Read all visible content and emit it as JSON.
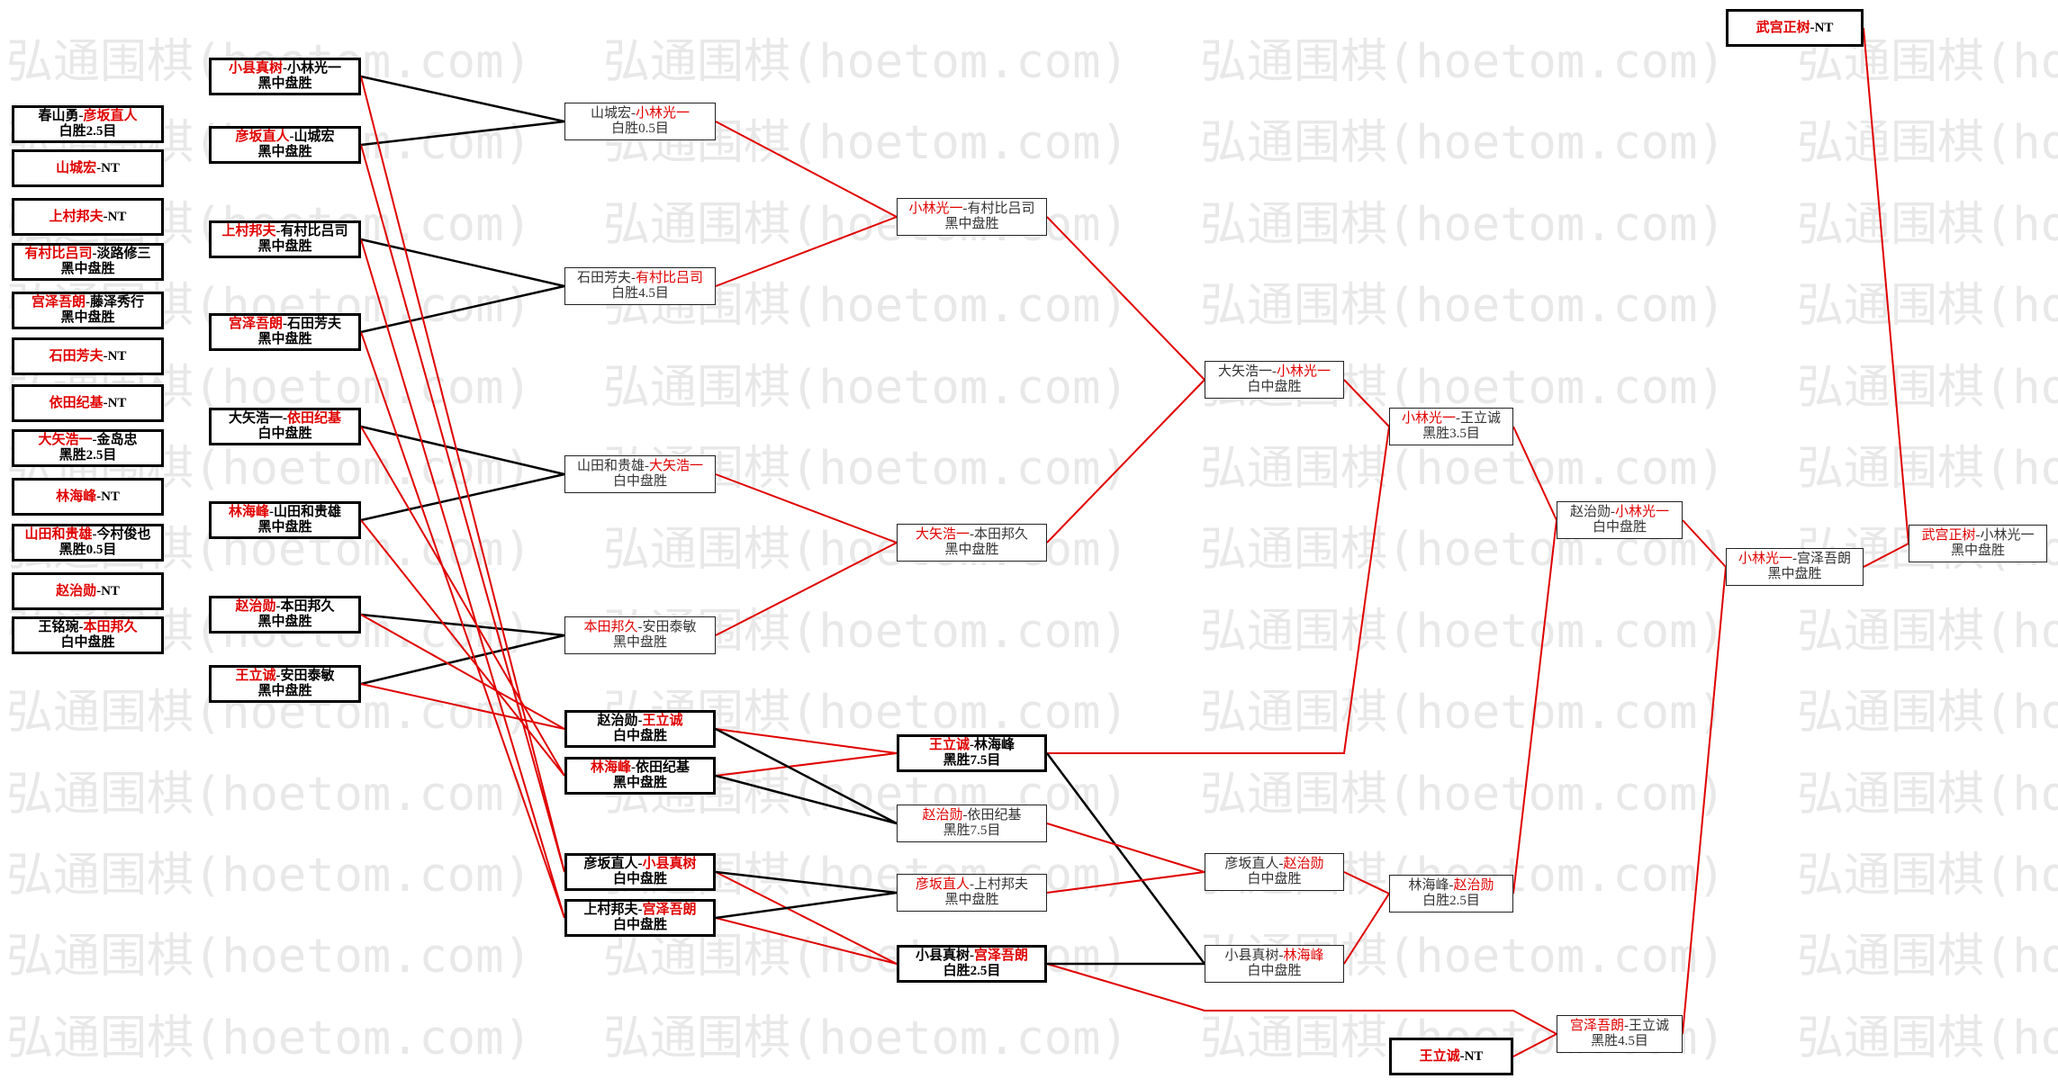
{
  "watermark": "弘通围棋(hoetom.com)",
  "separator": "-",
  "colors": {
    "winner": "#e00000",
    "line_winner": "#e00000",
    "line_loser": "#000000",
    "box_border": "#000000",
    "watermark": "#e8e8e8"
  },
  "bracket": {
    "columns": [
      [
        {
          "p1": "春山勇",
          "p2": "彦坂直人",
          "winner": 2,
          "result": "白胜2.5目"
        },
        {
          "p1": "山城宏",
          "p2": "NT",
          "winner": 1
        },
        {
          "p1": "上村邦夫",
          "p2": "NT",
          "winner": 1
        },
        {
          "p1": "有村比吕司",
          "p2": "淡路修三",
          "winner": 1,
          "result": "黑中盘胜"
        },
        {
          "p1": "宫泽吾朗",
          "p2": "藤泽秀行",
          "winner": 1,
          "result": "黑中盘胜"
        },
        {
          "p1": "石田芳夫",
          "p2": "NT",
          "winner": 1
        },
        {
          "p1": "依田纪基",
          "p2": "NT",
          "winner": 1
        },
        {
          "p1": "大矢浩一",
          "p2": "金岛忠",
          "winner": 1,
          "result": "黑胜2.5目"
        },
        {
          "p1": "林海峰",
          "p2": "NT",
          "winner": 1
        },
        {
          "p1": "山田和贵雄",
          "p2": "今村俊也",
          "winner": 1,
          "result": "黑胜0.5目"
        },
        {
          "p1": "赵治勋",
          "p2": "NT",
          "winner": 1
        },
        {
          "p1": "王铭琬",
          "p2": "本田邦久",
          "winner": 2,
          "result": "白中盘胜"
        }
      ],
      [
        {
          "p1": "小县真树",
          "p2": "小林光一",
          "winner": 1,
          "result": "黑中盘胜"
        },
        {
          "p1": "彦坂直人",
          "p2": "山城宏",
          "winner": 1,
          "result": "黑中盘胜"
        },
        {
          "p1": "上村邦夫",
          "p2": "有村比吕司",
          "winner": 1,
          "result": "黑中盘胜"
        },
        {
          "p1": "宫泽吾朗",
          "p2": "石田芳夫",
          "winner": 1,
          "result": "黑中盘胜"
        },
        {
          "p1": "大矢浩一",
          "p2": "依田纪基",
          "winner": 2,
          "result": "白中盘胜"
        },
        {
          "p1": "林海峰",
          "p2": "山田和贵雄",
          "winner": 1,
          "result": "黑中盘胜"
        },
        {
          "p1": "赵治勋",
          "p2": "本田邦久",
          "winner": 1,
          "result": "黑中盘胜"
        },
        {
          "p1": "王立诚",
          "p2": "安田泰敏",
          "winner": 1,
          "result": "黑中盘胜"
        }
      ],
      [
        {
          "p1": "山城宏",
          "p2": "小林光一",
          "winner": 2,
          "result": "白胜0.5目"
        },
        {
          "p1": "石田芳夫",
          "p2": "有村比吕司",
          "winner": 2,
          "result": "白胜4.5目"
        },
        {
          "p1": "山田和贵雄",
          "p2": "大矢浩一",
          "winner": 2,
          "result": "白中盘胜"
        },
        {
          "p1": "本田邦久",
          "p2": "安田泰敏",
          "winner": 1,
          "result": "黑中盘胜"
        },
        {
          "p1": "赵治勋",
          "p2": "王立诚",
          "winner": 2,
          "result": "白中盘胜"
        },
        {
          "p1": "林海峰",
          "p2": "依田纪基",
          "winner": 1,
          "result": "黑中盘胜"
        },
        {
          "p1": "彦坂直人",
          "p2": "小县真树",
          "winner": 2,
          "result": "白中盘胜"
        },
        {
          "p1": "上村邦夫",
          "p2": "宫泽吾朗",
          "winner": 2,
          "result": "白中盘胜"
        }
      ],
      [
        {
          "p1": "小林光一",
          "p2": "有村比吕司",
          "winner": 1,
          "result": "黑中盘胜"
        },
        {
          "p1": "大矢浩一",
          "p2": "本田邦久",
          "winner": 1,
          "result": "黑中盘胜"
        },
        {
          "p1": "王立诚",
          "p2": "林海峰",
          "winner": 1,
          "result": "黑胜7.5目"
        },
        {
          "p1": "赵治勋",
          "p2": "依田纪基",
          "winner": 1,
          "result": "黑胜7.5目"
        },
        {
          "p1": "彦坂直人",
          "p2": "上村邦夫",
          "winner": 1,
          "result": "黑中盘胜"
        },
        {
          "p1": "小县真树",
          "p2": "宫泽吾朗",
          "winner": 2,
          "result": "白胜2.5目"
        }
      ],
      [
        {
          "p1": "大矢浩一",
          "p2": "小林光一",
          "winner": 2,
          "result": "白中盘胜"
        },
        {
          "p1": "彦坂直人",
          "p2": "赵治勋",
          "winner": 2,
          "result": "白中盘胜"
        },
        {
          "p1": "小县真树",
          "p2": "林海峰",
          "winner": 2,
          "result": "白中盘胜"
        }
      ],
      [
        {
          "p1": "小林光一",
          "p2": "王立诚",
          "winner": 1,
          "result": "黑胜3.5目"
        },
        {
          "p1": "林海峰",
          "p2": "赵治勋",
          "winner": 2,
          "result": "白胜2.5目"
        },
        {
          "p1": "王立诚",
          "p2": "NT",
          "winner": 1
        }
      ],
      [
        {
          "p1": "赵治勋",
          "p2": "小林光一",
          "winner": 2,
          "result": "白中盘胜"
        },
        {
          "p1": "宫泽吾朗",
          "p2": "王立诚",
          "winner": 1,
          "result": "黑胜4.5目"
        }
      ],
      [
        {
          "p1": "武宫正树",
          "p2": "NT",
          "winner": 1
        },
        {
          "p1": "小林光一",
          "p2": "宫泽吾朗",
          "winner": 1,
          "result": "黑中盘胜"
        }
      ],
      [
        {
          "p1": "武宫正树",
          "p2": "小林光一",
          "winner": 1,
          "result": "黑中盘胜"
        }
      ]
    ]
  }
}
